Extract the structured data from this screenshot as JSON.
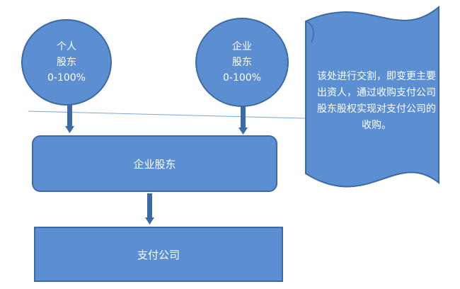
{
  "nodes": {
    "individual": {
      "line1": "个人",
      "line2": "股东",
      "line3": "0-100%"
    },
    "enterprise_top": {
      "line1": "企业",
      "line2": "股东",
      "line3": "0-100%"
    },
    "enterprise_box": {
      "label": "企业股东"
    },
    "payment_box": {
      "label": "支付公司"
    }
  },
  "callout": {
    "text": "该处进行交割，即变更主要出资人，通过收购支付公司股东股权实现对支付公司的收购。"
  },
  "colors": {
    "fill": "#5b8fd1",
    "stroke": "#3c6aa6",
    "text": "#ffffff",
    "divider": "#7aa7d8"
  }
}
